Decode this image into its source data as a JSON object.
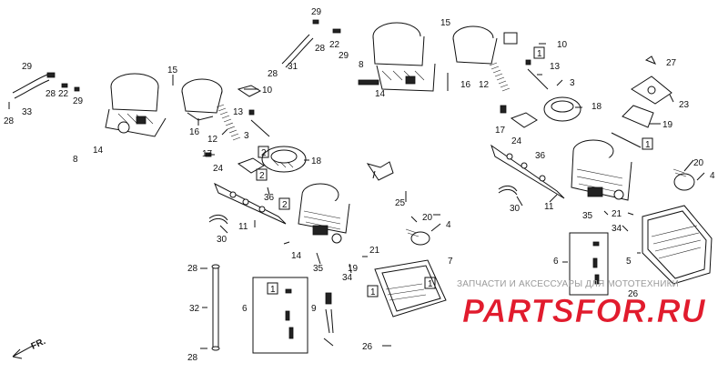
{
  "watermark": {
    "subtitle": "ЗАПЧАСТИ И АКСЕССУАРЫ ДЛЯ МОТОТЕХНИКИ",
    "logo_text": "PARTSFOR.RU",
    "logo_color": "#e11b2d"
  },
  "direction": {
    "label": "FR."
  },
  "callouts": {
    "left_top": [
      "29",
      "28",
      "22",
      "29",
      "33",
      "28"
    ],
    "left_carb": [
      "15",
      "10",
      "16",
      "13",
      "12",
      "3",
      "8",
      "14"
    ],
    "left_mid": [
      "17",
      "2",
      "24",
      "2",
      "18",
      "36",
      "2",
      "11",
      "30"
    ],
    "left_lower": [
      "25",
      "20",
      "4",
      "7",
      "14",
      "21",
      "35",
      "19",
      "34"
    ],
    "left_bottom": [
      "28",
      "32",
      "28",
      "6",
      "1",
      "9",
      "1",
      "1",
      "26"
    ],
    "right_top": [
      "29",
      "28",
      "22",
      "29",
      "31",
      "28",
      "15",
      "10",
      "1",
      "8",
      "14",
      "16",
      "13",
      "12",
      "3",
      "27"
    ],
    "right_mid": [
      "18",
      "23",
      "17",
      "24",
      "36",
      "19",
      "1",
      "20",
      "4",
      "30",
      "11"
    ],
    "right_lower": [
      "35",
      "21",
      "34",
      "6",
      "5",
      "26"
    ]
  }
}
